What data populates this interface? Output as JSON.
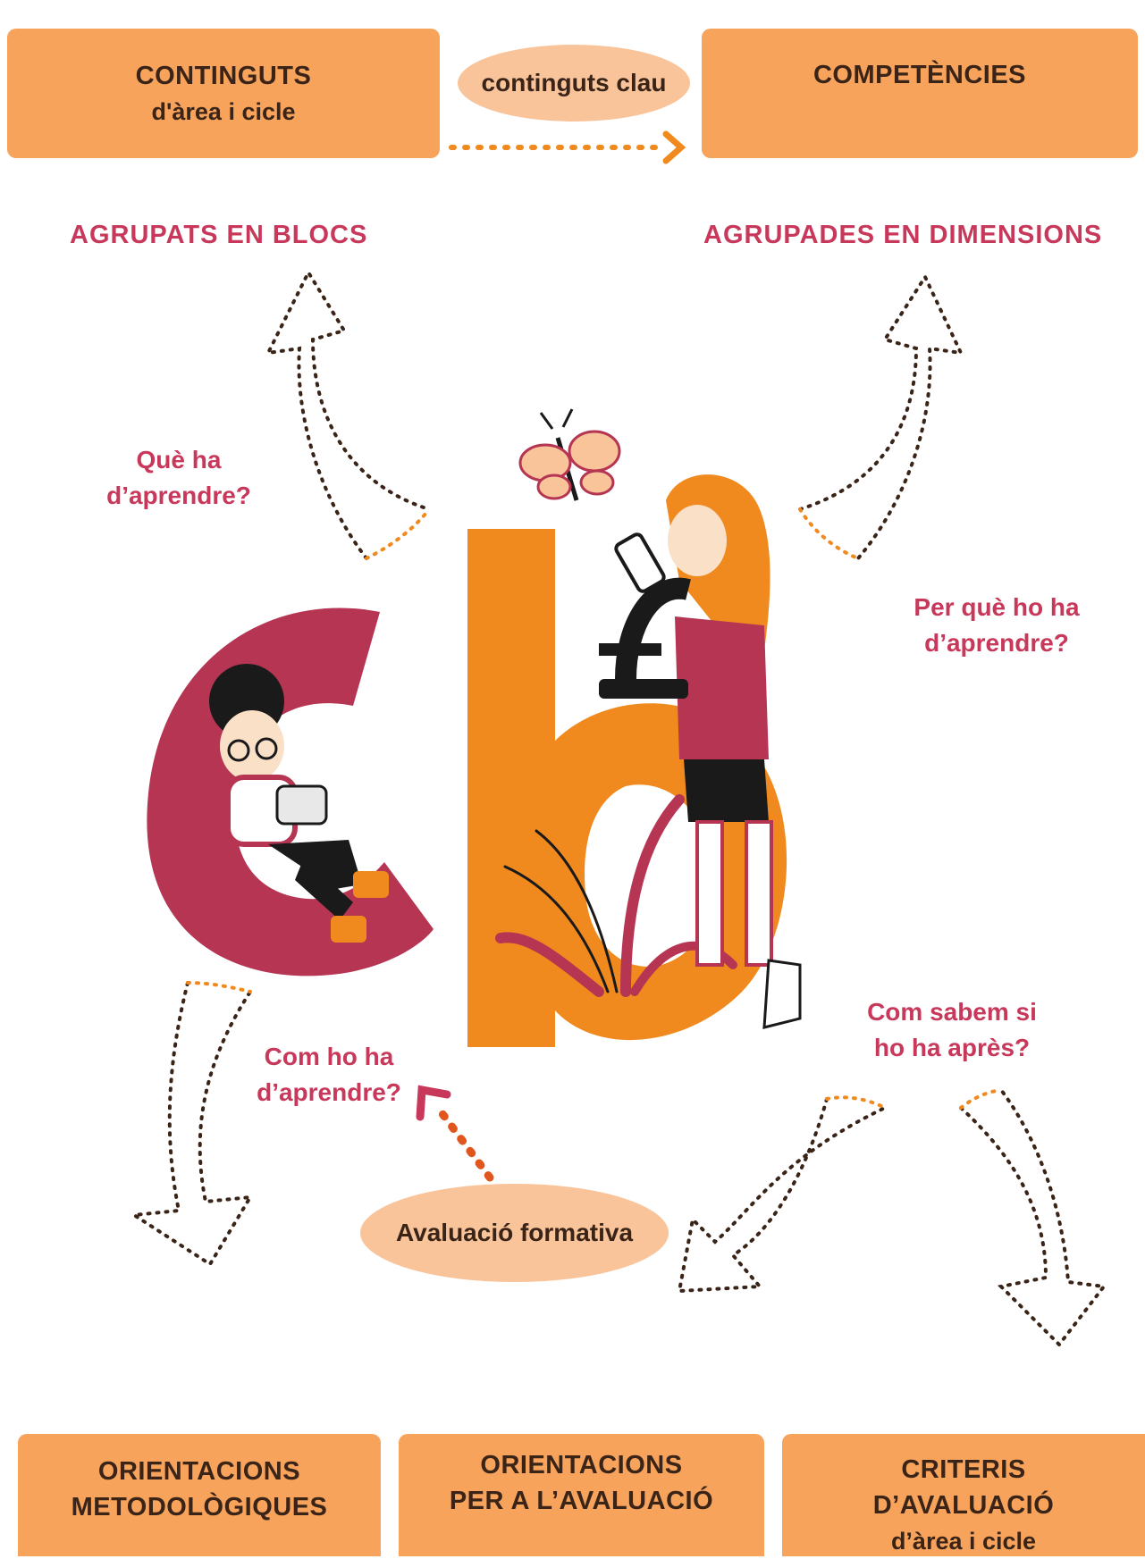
{
  "top_left_box": {
    "title": "CONTINGUTS",
    "subtitle": "d'àrea i cicle"
  },
  "top_center_oval": {
    "label": "continguts clau"
  },
  "top_right_box": {
    "title": "COMPETÈNCIES"
  },
  "left_group_label": "AGRUPATS EN BLOCS",
  "right_group_label": "AGRUPADES EN DIMENSIONS",
  "questions": {
    "what": {
      "line1": "Què ha",
      "line2": "d’aprendre?"
    },
    "why": {
      "line1": "Per què ho ha",
      "line2": "d’aprendre?"
    },
    "how": {
      "line1": "Com ho ha",
      "line2": "d’aprendre?"
    },
    "know": {
      "line1": "Com sabem si",
      "line2": "ho ha après?"
    }
  },
  "center_oval": {
    "label": "Avaluació formativa"
  },
  "bottom_boxes": [
    {
      "line1": "ORIENTACIONS",
      "line2": "METODOLÒGIQUES",
      "line3": ""
    },
    {
      "line1": "ORIENTACIONS",
      "line2": "PER A L’AVALUACIÓ",
      "line3": ""
    },
    {
      "line1": "CRITERIS",
      "line2": "D’AVALUACIÓ",
      "line3": "d’àrea i cicle"
    }
  ],
  "colors": {
    "orange": "#f7a35c",
    "light_orange": "#f9c49a",
    "accent_red": "#c8385a",
    "letter_orange": "#f08a1e",
    "letter_red": "#b53553"
  },
  "illustration": {
    "letters": "cb",
    "icons": [
      "butterfly-icon",
      "microscope-icon",
      "tablet-icon",
      "plant-icon"
    ]
  }
}
